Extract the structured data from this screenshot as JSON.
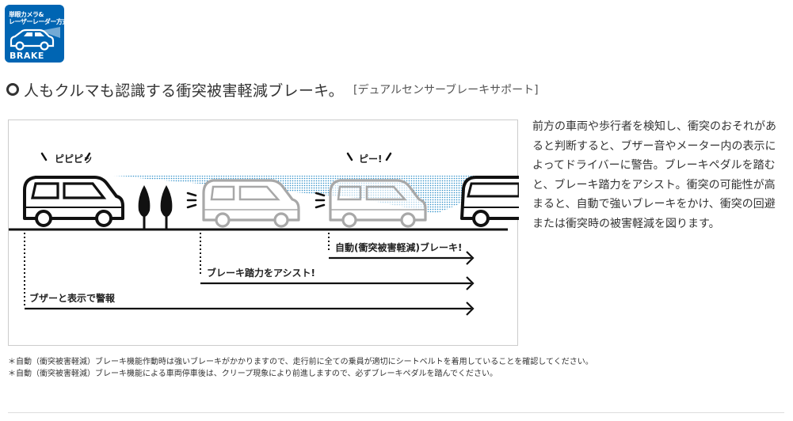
{
  "badge": {
    "line1": "単眼カメラ&",
    "line2": "レーザーレーダー方式",
    "label": "BRAKE",
    "color": "#0065b3"
  },
  "title": {
    "main": "人もクルマも認識する衝突被害軽減ブレーキ。",
    "sub": "[デュアルセンサーブレーキサポート]"
  },
  "diagram": {
    "sound_left": "ピピピッ",
    "sound_right": "ピー!",
    "stage_auto": "自動(衝突被害軽減)ブレーキ!",
    "stage_assist": "ブレーキ踏力をアシスト!",
    "stage_warn": "ブザーと表示で警報",
    "sensor_color": "#2e8fc8"
  },
  "description": "前方の車両や歩行者を検知し、衝突のおそれがあると判断すると、ブザー音やメーター内の表示によってドライバーに警告。ブレーキペダルを踏むと、ブレーキ踏力をアシスト。衝突の可能性が高まると、自動で強いブレーキをかけ、衝突の回避または衝突時の被害軽減を図ります。",
  "notes": [
    "＊自動（衝突被害軽減）ブレーキ機能作動時は強いブレーキがかかりますので、走行前に全ての乗員が適切にシートベルトを着用していることを確認してください。",
    "＊自動（衝突被害軽減）ブレーキ機能による車両停車後は、クリープ現象により前進しますので、必ずブレーキペダルを踏んでください。"
  ]
}
